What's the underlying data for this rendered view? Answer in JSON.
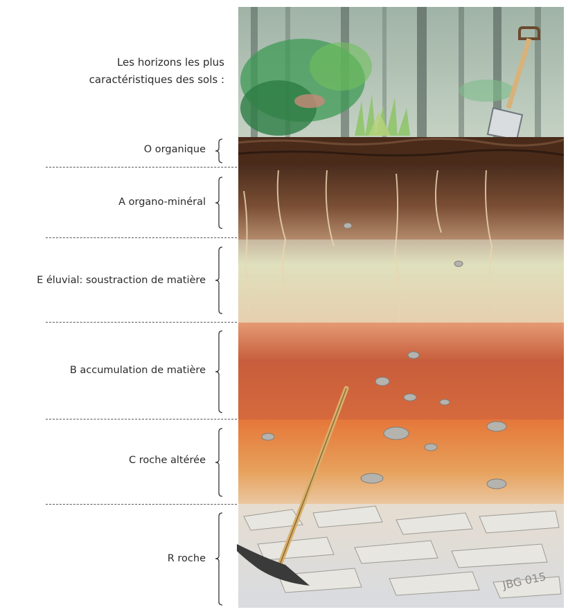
{
  "title": {
    "line1": "Les horizons les plus",
    "line2": "caractéristiques des sols :"
  },
  "horizons": [
    {
      "id": "O",
      "label": "O  organique",
      "color": "#4a2b1a"
    },
    {
      "id": "A",
      "label": "A  organo-minéral",
      "color": "#6b3f26"
    },
    {
      "id": "E",
      "label": "E  éluvial: soustraction de matière",
      "color": "#d8dcb6"
    },
    {
      "id": "B",
      "label": "B  accumulation de matière",
      "color": "#c8603c"
    },
    {
      "id": "C",
      "label": "C  roche altérée",
      "color": "#e08a3a"
    },
    {
      "id": "R",
      "label": "R  roche",
      "color": "#c9c5bc"
    }
  ],
  "signature": "JBG 015"
}
